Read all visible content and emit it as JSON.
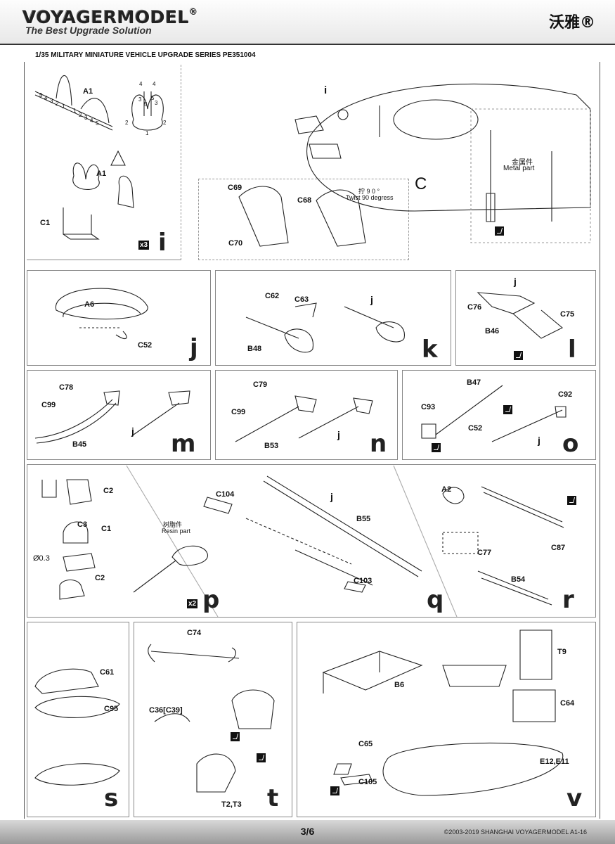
{
  "header": {
    "brand": "VOYAGERMODEL",
    "brand_reg": "®",
    "tagline": "The Best Upgrade Solution",
    "brand_cn": "沃雅®"
  },
  "series": "1/35 MILITARY MINIATURE VEHICLE  UPGRADE SERIES PE351004",
  "steps": {
    "i": {
      "letter": "i",
      "multiplier": "x3",
      "labels": [
        "A1",
        "A1",
        "C1",
        "C69",
        "C68",
        "C70",
        "C",
        "i"
      ],
      "note_cn": "拧 9 0 °",
      "note_en": "Twist 90 degress",
      "bend_numbers": [
        "5",
        "4",
        "3",
        "2",
        "1",
        "1",
        "2",
        "3",
        "4",
        "5",
        "4",
        "4",
        "5",
        "3",
        "3",
        "5",
        "2",
        "2",
        "1"
      ]
    },
    "metal": {
      "note_cn": "金属件",
      "note_en": "Metal part"
    },
    "j": {
      "letter": "j",
      "labels": [
        "A6",
        "C52"
      ]
    },
    "k": {
      "letter": "k",
      "labels": [
        "C62",
        "C63",
        "B48",
        "j"
      ]
    },
    "l": {
      "letter": "l",
      "labels": [
        "C76",
        "C75",
        "B46",
        "j"
      ]
    },
    "m": {
      "letter": "m",
      "labels": [
        "C78",
        "C99",
        "B45",
        "j"
      ]
    },
    "n": {
      "letter": "n",
      "labels": [
        "C79",
        "C99",
        "B53",
        "j"
      ]
    },
    "o": {
      "letter": "o",
      "labels": [
        "B47",
        "C93",
        "C92",
        "C52",
        "j"
      ]
    },
    "p": {
      "letter": "p",
      "multiplier": "x2",
      "labels": [
        "C2",
        "C3",
        "C1",
        "C2"
      ],
      "dia": "Ø0.3",
      "note_cn": "树脂件",
      "note_en": "Resin part"
    },
    "q": {
      "letter": "q",
      "labels": [
        "C104",
        "j",
        "B55",
        "C103"
      ]
    },
    "r": {
      "letter": "r",
      "labels": [
        "A2",
        "C77",
        "C87",
        "B54"
      ]
    },
    "s": {
      "letter": "s",
      "labels": [
        "C61",
        "C95"
      ]
    },
    "t": {
      "letter": "t",
      "labels": [
        "C74",
        "C36[C39]",
        "T2,T3"
      ]
    },
    "v": {
      "letter": "v",
      "labels": [
        "T9",
        "C64",
        "B6",
        "C65",
        "C105",
        "E12,E11"
      ]
    }
  },
  "footer": {
    "page": "3/6",
    "copyright": "©2003-2019 SHANGHAI VOYAGERMODEL  A1-16"
  }
}
